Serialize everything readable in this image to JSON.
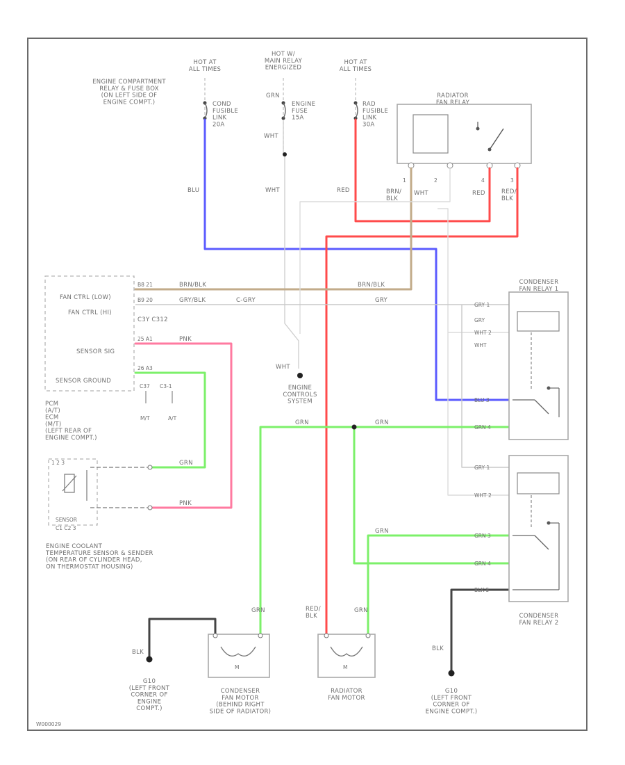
{
  "power_sources": {
    "hot_all_left": "HOT AT\nALL TIMES",
    "hot_main_relay": "HOT W/\nMAIN RELAY\nENERGIZED",
    "hot_all_right": "HOT AT\nALL TIMES"
  },
  "fuse_box": {
    "title": "ENGINE COMPARTMENT\nRELAY & FUSE BOX\n(ON LEFT SIDE OF\nENGINE COMPT.)",
    "cond_fuse": "COND\nFUSIBLE\nLINK\n20A",
    "engine_fuse": "ENGINE\nFUSE\n15A",
    "rad_fuse": "RAD\nFUSIBLE\nLINK\n30A"
  },
  "radiator_relay": {
    "title": "RADIATOR\nFAN RELAY",
    "pins": [
      "1",
      "2",
      "4",
      "3"
    ],
    "wires": [
      "BRN/\nBLK",
      "WHT",
      "RED",
      "RED/\nBLK"
    ]
  },
  "wire_labels": {
    "grn_top": "GRN",
    "wht_1": "WHT",
    "wht_2": "WHT",
    "blu": "BLU",
    "red": "RED",
    "brn_blk_1": "BRN/BLK",
    "brn_blk_2": "BRN/BLK",
    "grn_blk": "GRY/BLK",
    "cory": "C-GRY",
    "gry": "GRY",
    "pnk_1": "PNK",
    "pnk_2": "PNK",
    "grn_1": "GRN",
    "grn_2": "GRN",
    "grn_3": "GRN",
    "grn_4": "GRN",
    "wht_3": "WHT",
    "red_blk": "RED/\nBLK",
    "grn_5": "GRN",
    "blk_1": "BLK",
    "blk_2": "BLK"
  },
  "pcm": {
    "fan_ctrl_low": "FAN CTRL (LOW)",
    "fan_ctrl_hi": "FAN CTRL (HI)",
    "connectors": "C3Y  C312",
    "pin_low": "B8  21",
    "pin_hi": "B9  20",
    "sensor_sig": "SENSOR SIG",
    "sensor_ground": "SENSOR GROUND",
    "pin_sig": "25  A1",
    "pin_gnd": "26  A3",
    "mt_conn": "C37",
    "at_conn": "C3-1",
    "mt": "M/T",
    "at": "A/T",
    "title": "PCM\n(A/T)\nECM\n(M/T)\n(LEFT REAR OF\nENGINE COMPT.)"
  },
  "ect_sensor": {
    "pin_labels": "1  2  3",
    "sensor_label": "SENSOR",
    "pin_bottom": "C1  C2  3",
    "title": "ENGINE COOLANT\nTEMPERATURE SENSOR & SENDER\n(ON REAR OF CYLINDER HEAD,\nON THERMOSTAT HOUSING)"
  },
  "engine_controls": {
    "label": "ENGINE\nCONTROLS\nSYSTEM",
    "wire": "WHT"
  },
  "cond_relay_1": {
    "title": "CONDENSER\nFAN RELAY 1",
    "pins": [
      "GRY  1",
      "GRY",
      "WHT  2",
      "WHT",
      "BLU  3",
      "GRN  4"
    ]
  },
  "cond_relay_2": {
    "title": "CONDENSER\nFAN RELAY 2",
    "pins": [
      "GRY  1",
      "WHT  2",
      "GRN  3",
      "GRN  4",
      "BLK  5"
    ]
  },
  "cond_fan_motor": {
    "label": "M",
    "title": "CONDENSER\nFAN MOTOR\n(BEHIND RIGHT\nSIDE OF RADIATOR)"
  },
  "rad_fan_motor": {
    "label": "M",
    "title": "RADIATOR\nFAN MOTOR"
  },
  "ground_g10_left": {
    "title": "G10\n(LEFT FRONT\nCORNER OF\nENGINE\nCOMPT.)"
  },
  "ground_g10_right": {
    "title": "G10\n(LEFT FRONT\nCORNER OF\nENGINE COMPT.)"
  },
  "page_code": "W000029",
  "colors": {
    "blu": "#5b5bff",
    "red": "#ff4b4b",
    "grn": "#7cf06a",
    "pnk": "#ff7aa0",
    "brn_blk": "#c2ab8a",
    "gry": "#c9c9c9",
    "blk": "#444444"
  }
}
